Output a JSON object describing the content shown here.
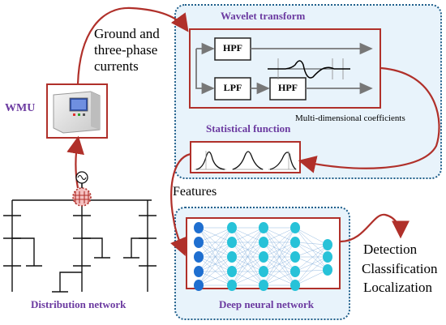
{
  "labels": {
    "wmu": "WMU",
    "ground_currents_line1": "Ground and",
    "ground_currents_line2": "three-phase",
    "ground_currents_line3": "currents",
    "wavelet_title": "Wavelet transform",
    "hpf_top": "HPF",
    "lpf": "LPF",
    "hpf_bottom": "HPF",
    "multi_coeff": "Multi-dimensional coefficients",
    "statistical_title": "Statistical function",
    "features": "Features",
    "dnn_title": "Deep neural network",
    "distribution_network": "Distribution network",
    "outputs": [
      "Detection",
      "Classification",
      "Localization"
    ]
  },
  "colors": {
    "dark_red": "#b0302a",
    "panel_border": "#1f5f8b",
    "panel_fill": "#e8f3fb",
    "title_purple": "#6b3aa0",
    "node_blue": "#1f6fd0",
    "node_cyan": "#27c2d8"
  },
  "icons": {
    "wmu_device": "monitoring-unit-icon",
    "generator": "ac-source-icon"
  }
}
